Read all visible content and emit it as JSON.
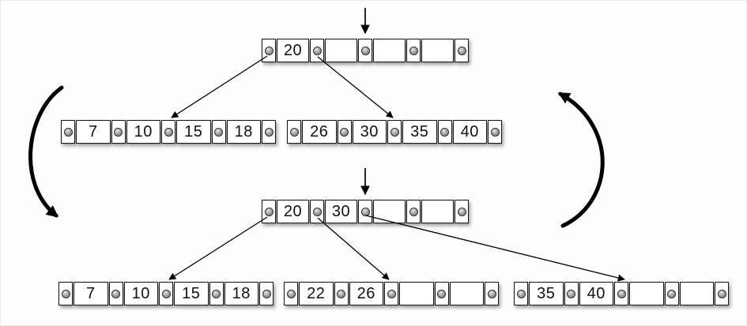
{
  "diagram": {
    "colors": {
      "background": "#fdfdfd",
      "node_border": "#141414",
      "pointer_dot": "#8a8a8a",
      "arrow": "#000000"
    },
    "before": {
      "root": {
        "keys": [
          "20",
          "",
          "",
          ""
        ]
      },
      "children": [
        {
          "keys": [
            "7",
            "10",
            "15",
            "18"
          ]
        },
        {
          "keys": [
            "26",
            "30",
            "35",
            "40"
          ]
        }
      ]
    },
    "after": {
      "root": {
        "keys": [
          "20",
          "30",
          "",
          ""
        ]
      },
      "children": [
        {
          "keys": [
            "7",
            "10",
            "15",
            "18"
          ]
        },
        {
          "keys": [
            "22",
            "26",
            "",
            ""
          ]
        },
        {
          "keys": [
            "35",
            "40",
            "",
            ""
          ]
        }
      ]
    }
  }
}
